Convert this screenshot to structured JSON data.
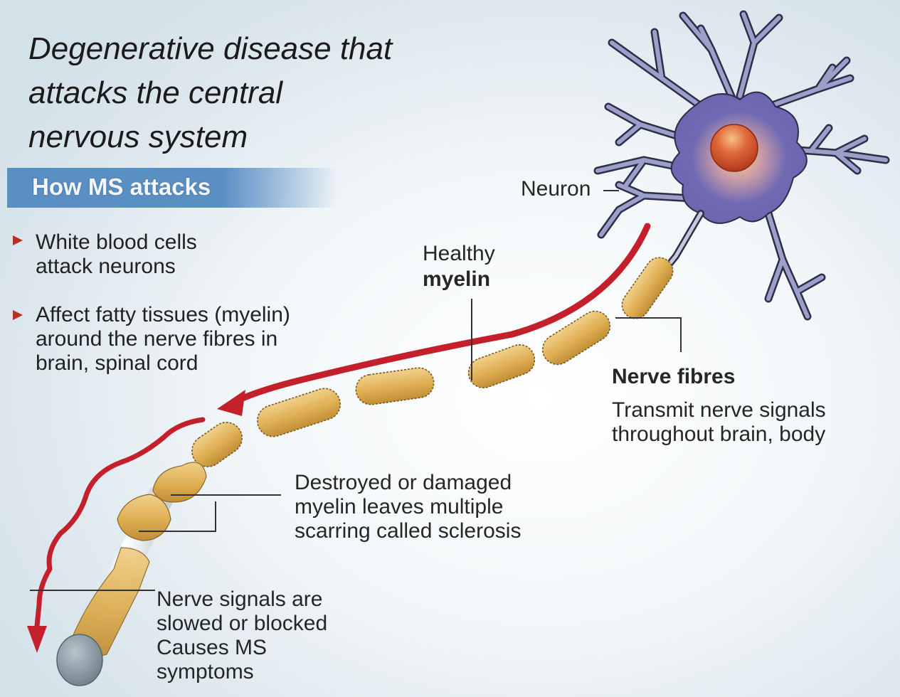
{
  "headline": "Degenerative disease that\nattacks the central\nnervous system",
  "section": {
    "title": "How MS attacks",
    "bullets": [
      "White blood cells\nattack neurons",
      "Affect fatty tissues (myelin)\naround the nerve fibres in\nbrain, spinal cord"
    ],
    "bullet_icon": "triangle-right-icon"
  },
  "labels": {
    "neuron": "Neuron",
    "healthy_myelin_line1": "Healthy",
    "healthy_myelin_line2": "myelin",
    "nerve_fibres_title": "Nerve fibres",
    "nerve_fibres_desc": "Transmit nerve signals\nthroughout brain, body",
    "damaged_myelin": "Destroyed or damaged\nmyelin leaves multiple\nscarring called sclerosis",
    "nerve_signals": "Nerve signals are\nslowed or blocked\nCauses MS\nsymptoms"
  },
  "colors": {
    "banner": "#5a8fc4",
    "neuron_body": "#6b67b0",
    "nucleus": "#d9532a",
    "myelin": "#e2b65a",
    "signal_arrow": "#c3202c",
    "bullet": "#b8311f"
  }
}
